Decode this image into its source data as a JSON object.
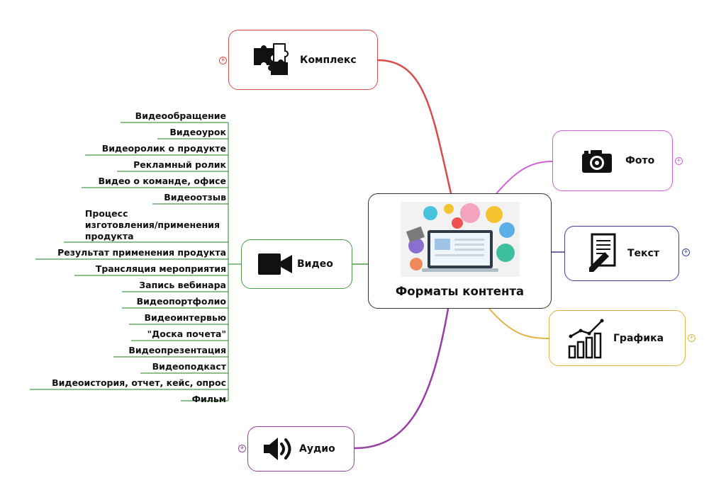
{
  "center": {
    "title": "Форматы контента"
  },
  "branches": {
    "kompleks": {
      "label": "Комплекс",
      "color": "#d94a4a",
      "icon": "puzzle-icon"
    },
    "foto": {
      "label": "Фото",
      "color": "#d35fd6",
      "icon": "camera-icon"
    },
    "tekst": {
      "label": "Текст",
      "color": "#3f3f9e",
      "icon": "document-pencil-icon"
    },
    "grafika": {
      "label": "Графика",
      "color": "#e0b340",
      "icon": "bar-chart-icon"
    },
    "audio": {
      "label": "Аудио",
      "color": "#9a3ea6",
      "icon": "speaker-icon"
    },
    "video": {
      "label": "Видео",
      "color": "#4a9a4a",
      "icon": "video-camera-icon"
    }
  },
  "video_items": [
    "Видеообращение",
    "Видеоурок",
    "Видеоролик о продукте",
    "Рекламный ролик",
    "Видео о команде, офисе",
    "Видеоотзыв",
    "Процесс изготовления/применения продукта",
    "Результат применения продукта",
    "Трансляция мероприятия",
    "Запись вебинара",
    "Видеопортфолио",
    "Видеоинтервью",
    "\"Доска почета\"",
    "Видеопрезентация",
    "Видеоподкаст",
    "Видеоистория, отчет, кейс, опрос",
    "Фильм"
  ],
  "video_item_multiline": [
    "Процесс",
    "изготовления/применения",
    "продукта"
  ],
  "expander_symbol": "+"
}
